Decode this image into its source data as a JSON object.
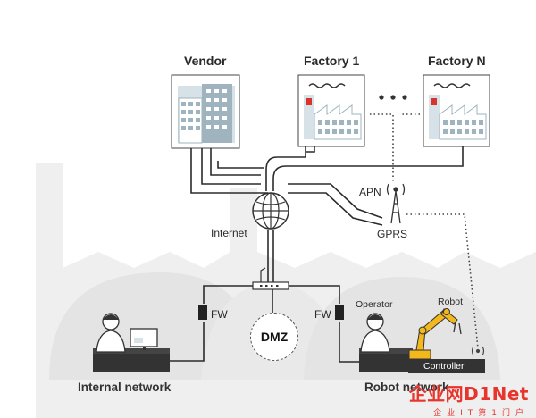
{
  "nodes": {
    "vendor": "Vendor",
    "factory_1": "Factory 1",
    "factory_n": "Factory N",
    "internet": "Internet",
    "apn": "APN",
    "gprs": "GPRS",
    "fw_left": "FW",
    "fw_right": "FW",
    "dmz": "DMZ",
    "operator": "Operator",
    "robot": "Robot",
    "controller": "Controller"
  },
  "zones": {
    "internal_network": "Internal network",
    "robot_network": "Robot network"
  },
  "watermark": {
    "logo_text": "企业网D1Net",
    "tagline": "企业IT第1门户"
  },
  "colors": {
    "background_silhouette": "#eeeeee",
    "zone_dome": "#e6e6e6",
    "building_blue": "#c9d7e0",
    "building_dark": "#8ea5b1",
    "line": "#2b2b2b",
    "robot_yellow": "#f2b81c",
    "factory_red": "#d9342b",
    "watermark_red": "#e8352c",
    "watermark_blue": "#1a64b6"
  }
}
